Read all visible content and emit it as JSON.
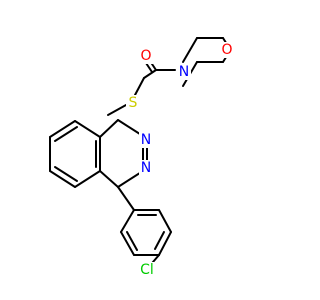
{
  "diagram": {
    "atoms": {
      "oxygen_carbonyl": {
        "label": "O",
        "color": "#FF0000"
      },
      "oxygen_morpholine": {
        "label": "O",
        "color": "#FF0000"
      },
      "nitrogen_morpholine": {
        "label": "N",
        "color": "#0000FF"
      },
      "sulfur": {
        "label": "S",
        "color": "#CCCC00"
      },
      "nitrogen_ring_1": {
        "label": "N",
        "color": "#0000FF"
      },
      "nitrogen_ring_2": {
        "label": "N",
        "color": "#0000FF"
      },
      "chlorine": {
        "label": "Cl",
        "color": "#00CC00"
      }
    }
  }
}
